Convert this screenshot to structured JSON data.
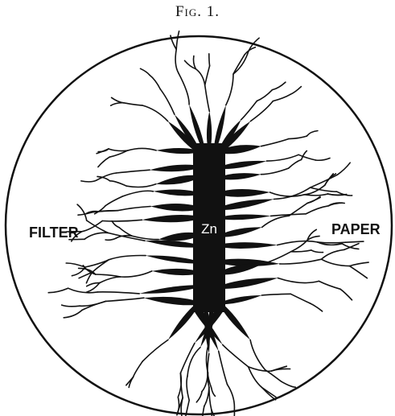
{
  "figure": {
    "caption": "Fig. 1.",
    "labels": {
      "left": "FILTER",
      "right": "PAPER",
      "center": "Zn"
    },
    "colors": {
      "ink": "#111111",
      "paper": "#ffffff",
      "center_text": "#ffffff"
    }
  }
}
